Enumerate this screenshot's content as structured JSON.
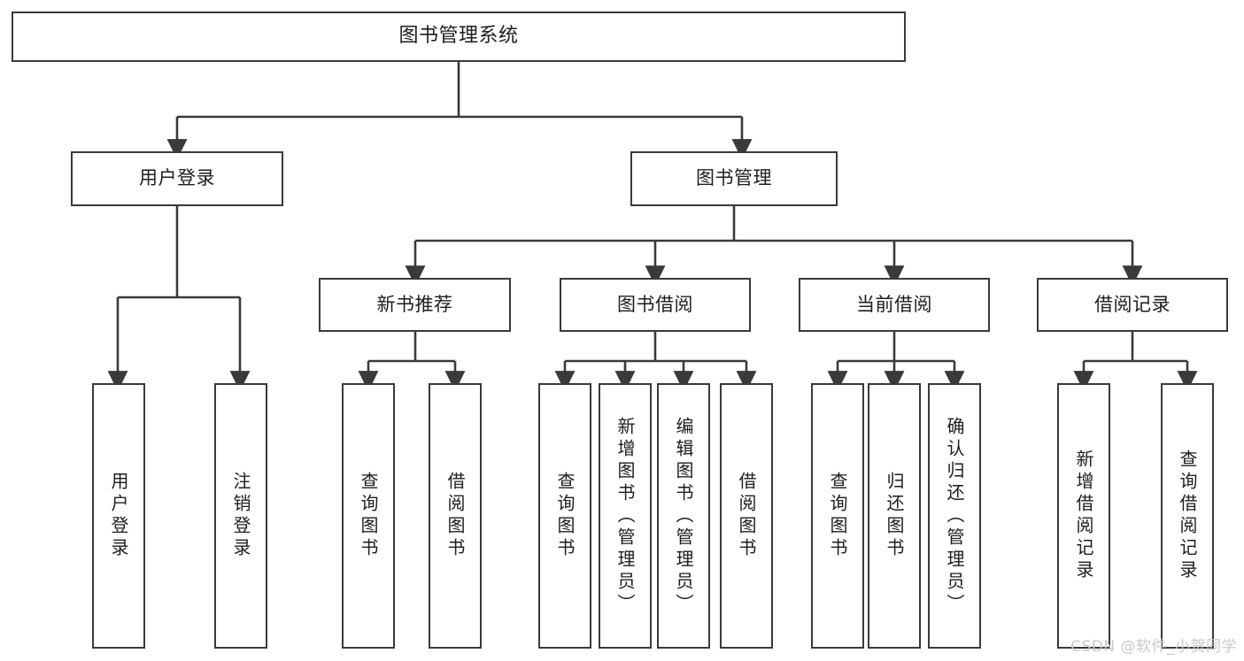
{
  "diagram": {
    "title": "图书管理系统",
    "type": "tree-hierarchy-chart",
    "watermark": "CSDN @软件_小贺同学",
    "colors": {
      "stroke": "#3a3a3a",
      "fill": "#ffffff",
      "text": "#1d1d1d",
      "watermark": "#c9c9c9"
    },
    "root": {
      "label": "图书管理系统"
    },
    "level1": [
      {
        "label": "用户登录"
      },
      {
        "label": "图书管理"
      }
    ],
    "level2": [
      {
        "label": "新书推荐"
      },
      {
        "label": "图书借阅"
      },
      {
        "label": "当前借阅"
      },
      {
        "label": "借阅记录"
      }
    ],
    "leaves": {
      "user_login": [
        {
          "label": "用户登录"
        },
        {
          "label": "注销登录"
        }
      ],
      "new_book_recommend": [
        {
          "label": "查询图书"
        },
        {
          "label": "借阅图书"
        }
      ],
      "book_borrow": [
        {
          "label": "查询图书"
        },
        {
          "label": "新增图书（管理员）"
        },
        {
          "label": "编辑图书（管理员）"
        },
        {
          "label": "借阅图书"
        }
      ],
      "current_borrow": [
        {
          "label": "查询图书"
        },
        {
          "label": "归还图书"
        },
        {
          "label": "确认归还（管理员）"
        }
      ],
      "borrow_record": [
        {
          "label": "新增借阅记录"
        },
        {
          "label": "查询借阅记录"
        }
      ]
    }
  }
}
